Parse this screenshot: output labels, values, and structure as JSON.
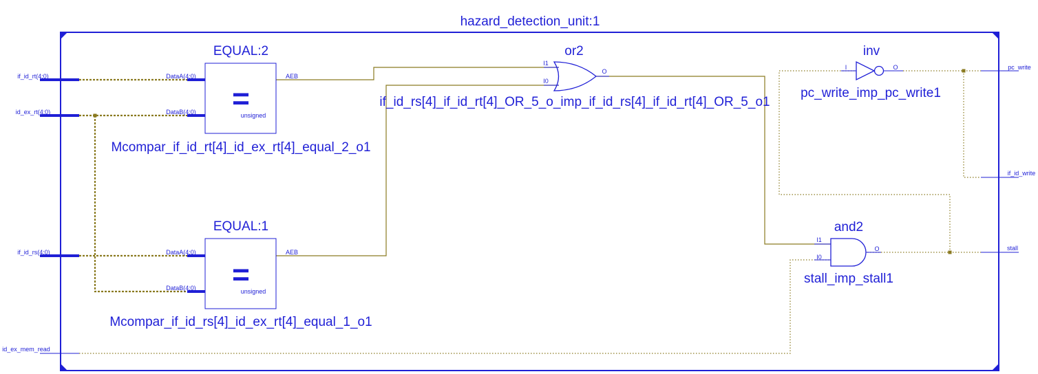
{
  "title": "hazard_detection_unit:1",
  "colors": {
    "blue": "#1f1fd6",
    "wire": "#8a7a20",
    "background": "#ffffff"
  },
  "ports": {
    "if_id_rt": "if_id_rt(4:0)",
    "id_ex_rt": "id_ex_rt(4:0)",
    "if_id_rs": "if_id_rs(4:0)",
    "id_ex_mem_read": "id_ex_mem_read",
    "pc_write": "pc_write",
    "if_id_write": "if_id_write",
    "stall": "stall"
  },
  "comparators": {
    "eq2": {
      "title": "EQUAL:2",
      "instance": "Mcompar_if_id_rt[4]_id_ex_rt[4]_equal_2_o1",
      "pin_a": "DataA(4:0)",
      "pin_b": "DataB(4:0)",
      "pin_out": "AEB",
      "symbol": "=",
      "mode": "unsigned"
    },
    "eq1": {
      "title": "EQUAL:1",
      "instance": "Mcompar_if_id_rs[4]_id_ex_rt[4]_equal_1_o1",
      "pin_a": "DataA(4:0)",
      "pin_b": "DataB(4:0)",
      "pin_out": "AEB",
      "symbol": "=",
      "mode": "unsigned"
    }
  },
  "gates": {
    "or2": {
      "title": "or2",
      "instance": "if_id_rs[4]_if_id_rt[4]_OR_5_o_imp_if_id_rs[4]_if_id_rt[4]_OR_5_o1",
      "pin_i1": "I1",
      "pin_i0": "I0",
      "pin_o": "O"
    },
    "inv": {
      "title": "inv",
      "instance": "pc_write_imp_pc_write1",
      "pin_i": "I",
      "pin_o": "O"
    },
    "and2": {
      "title": "and2",
      "instance": "stall_imp_stall1",
      "pin_i1": "I1",
      "pin_i0": "I0",
      "pin_o": "O"
    }
  }
}
